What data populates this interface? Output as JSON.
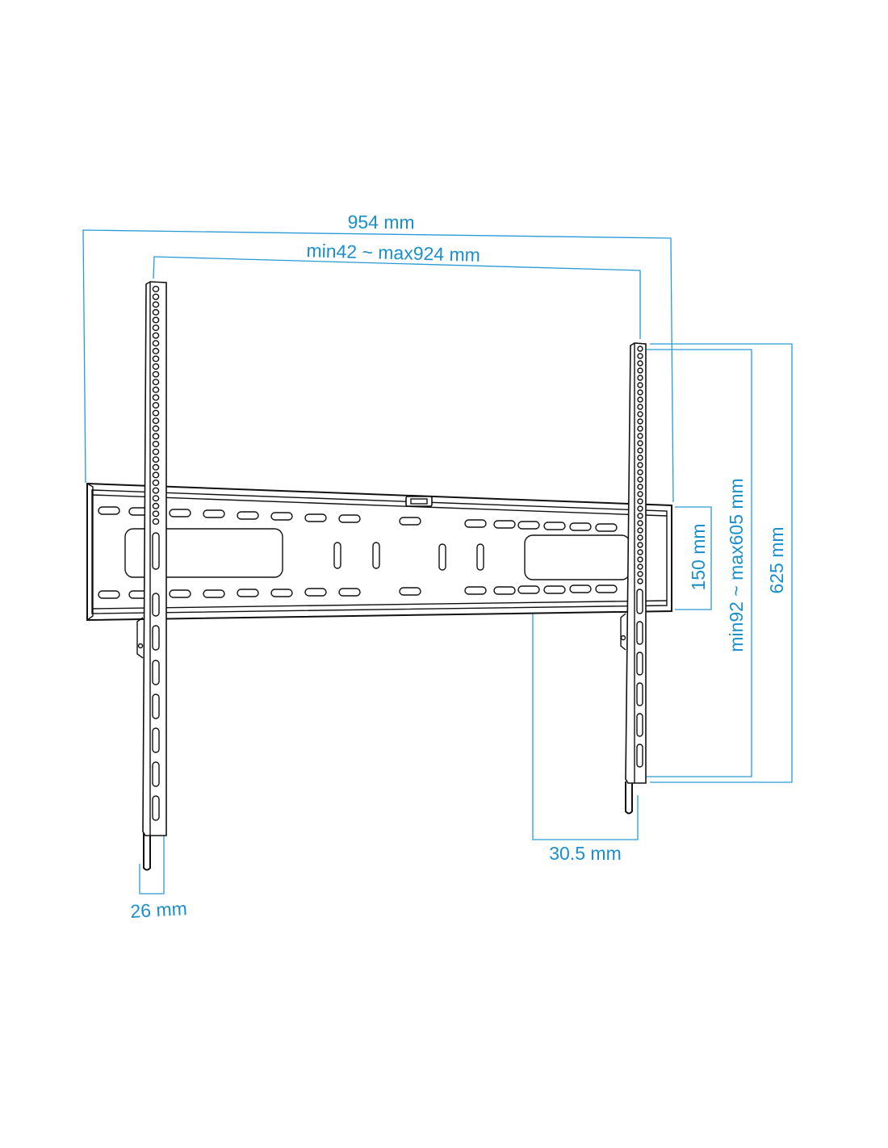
{
  "colors": {
    "dimension": "#1a8fcc",
    "ink": "#111111",
    "background": "#ffffff"
  },
  "dimensions": {
    "overall_width": "954 mm",
    "vesa_horizontal": "min42 ~ max924 mm",
    "rail_height": "150 mm",
    "vesa_vertical": "min92 ~ max605 mm",
    "overall_height": "625 mm",
    "wall_depth": "30.5 mm",
    "arm_depth": "26 mm"
  }
}
